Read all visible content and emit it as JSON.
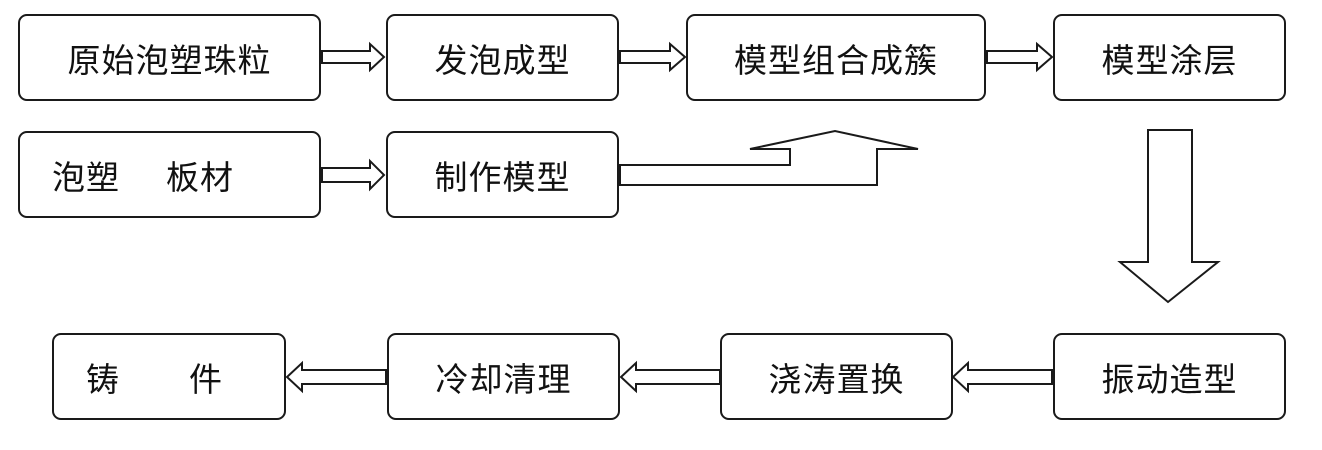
{
  "flowchart": {
    "steps": {
      "raw_beads": "原始泡塑珠粒",
      "foaming": "发泡成型",
      "assembly": "模型组合成簇",
      "coating": "模型涂层",
      "foam_board": "泡塑    板材",
      "make_model": "制作模型",
      "vibration": "振动造型",
      "pouring": "浇涛置换",
      "cleaning": "冷却清理",
      "casting": "铸      件"
    },
    "arrow_color": "#1a1a1a",
    "box_border_color": "#1a1a1a"
  }
}
